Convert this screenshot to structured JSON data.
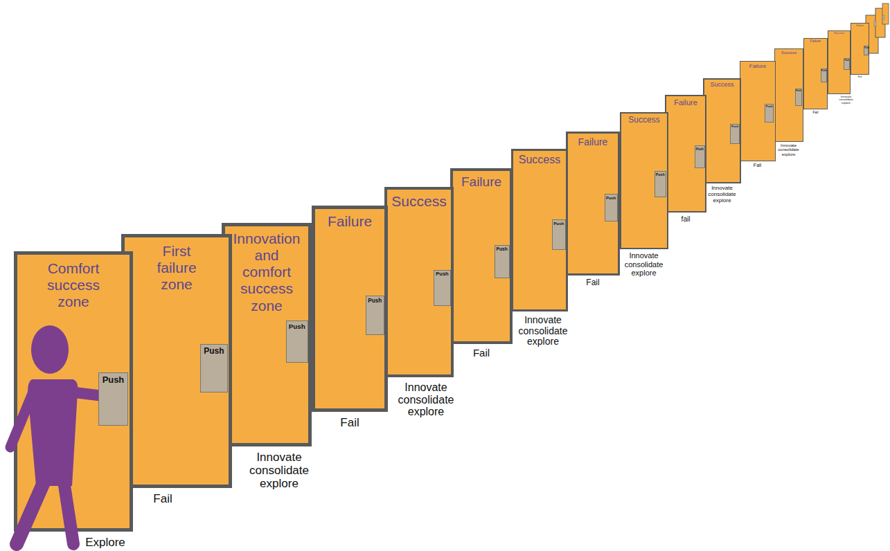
{
  "diagram": {
    "nodes": [
      {
        "text": [
          "Comfort success zone",
          "Explore"
        ]
      },
      {
        "text": [
          "Push"
        ],
        "in": 0
      },
      {
        "text": [
          "First failure zone",
          "Fail"
        ]
      },
      {
        "text": [
          "Push"
        ],
        "in": 2
      },
      {
        "text": [
          "Innovation and comfort success zone",
          "Innovate consolidate explore"
        ]
      },
      {
        "text": [
          "Push"
        ],
        "in": 4
      },
      {
        "text": [
          "Failure",
          "Fail"
        ]
      },
      {
        "text": [
          "Push"
        ],
        "in": 6
      },
      {
        "text": [
          "Success",
          "Innovate consolidate explore"
        ]
      },
      {
        "text": [
          "Push"
        ],
        "in": 8
      },
      {
        "text": [
          "Failure",
          "Fail"
        ]
      },
      {
        "text": [
          "Push"
        ],
        "in": 10
      },
      {
        "text": [
          "Success",
          "Innovate consolidate explore"
        ]
      },
      {
        "text": [
          "Push"
        ],
        "in": 12
      },
      {
        "text": [
          "Failure",
          "Fail"
        ]
      },
      {
        "text": [
          "Push"
        ],
        "in": 14
      },
      {
        "text": [
          "Success",
          "Innovate consolidate explore"
        ]
      },
      {
        "text": [
          "Push"
        ],
        "in": 16
      },
      {
        "text": [
          "Failure",
          "fail"
        ]
      },
      {
        "text": [
          "Push"
        ],
        "in": 18
      },
      {
        "text": [
          "Success",
          "Innovate consolidate explore"
        ]
      },
      {
        "text": [
          "Push"
        ],
        "in": 20
      },
      {
        "text": [
          "Failure",
          "Fail"
        ]
      },
      {
        "text": [
          "Push"
        ],
        "in": 22
      },
      {
        "text": [
          "Success",
          "Innovate consolidate explore"
        ]
      },
      {
        "text": [
          "Push"
        ],
        "in": 24
      },
      {
        "text": [
          "Failure",
          "Fail"
        ]
      },
      {
        "text": [
          "Push"
        ],
        "in": 26
      },
      {
        "text": [
          "Success",
          "Innovate consolidate explore"
        ]
      },
      {
        "text": [
          "Push"
        ],
        "in": 28
      },
      {
        "text": [
          "Failure",
          "Fail"
        ]
      },
      {
        "text": [
          "Push"
        ],
        "in": 30
      }
    ]
  }
}
